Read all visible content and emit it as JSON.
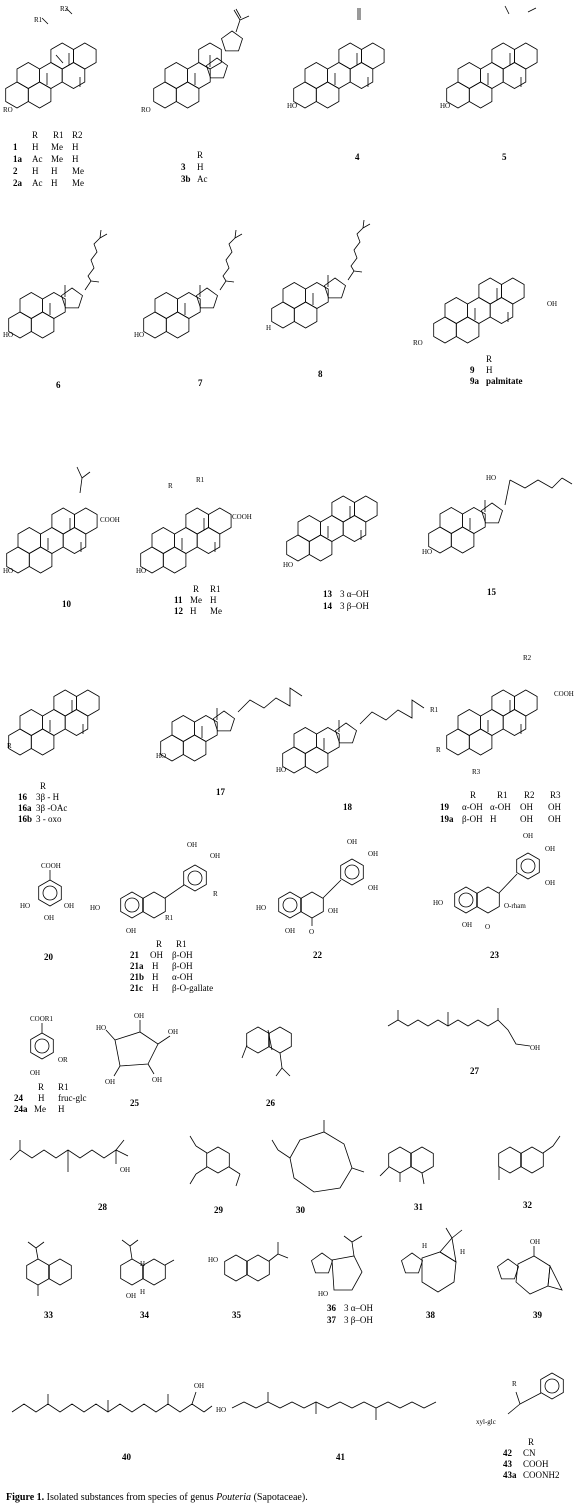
{
  "figure": {
    "caption_label": "Figure 1.",
    "caption_text_before": "Isolated substances from species of genus",
    "caption_genus": "Pouteria",
    "caption_text_after": "(Sapotaceae)."
  },
  "row1": {
    "tableA": {
      "head": [
        "R",
        "R1",
        "R2"
      ],
      "rows": [
        [
          "1",
          "H",
          "Me",
          "H"
        ],
        [
          "1a",
          "Ac",
          "Me",
          "H"
        ],
        [
          "2",
          "H",
          "H",
          "Me"
        ],
        [
          "2a",
          "Ac",
          "H",
          "Me"
        ]
      ]
    },
    "tableB": {
      "head": [
        "R"
      ],
      "rows": [
        [
          "3",
          "H"
        ],
        [
          "3b",
          "Ac"
        ]
      ]
    },
    "labels": {
      "c4": "4",
      "c5": "5"
    },
    "groups": {
      "r1": "R1",
      "r2": "R2",
      "ro": "RO",
      "ho": "HO"
    }
  },
  "row2": {
    "labels": {
      "c6": "6",
      "c7": "7",
      "c8": "8"
    },
    "tableC": {
      "head": [
        "R"
      ],
      "rows": [
        [
          "9",
          "H"
        ],
        [
          "9a",
          "palmitate"
        ]
      ]
    },
    "groups": {
      "ho": "HO",
      "h": "H",
      "ro": "RO",
      "oh": "OH"
    }
  },
  "row3": {
    "labels": {
      "c10": "10",
      "c15": "15"
    },
    "tableD": {
      "head": [
        "R",
        "R1"
      ],
      "rows": [
        [
          "11",
          "Me",
          "H"
        ],
        [
          "12",
          "H",
          "Me"
        ]
      ]
    },
    "tableE": {
      "rows": [
        [
          "13",
          "3 α–OH"
        ],
        [
          "14",
          "3 β–OH"
        ]
      ]
    },
    "groups": {
      "cooh": "COOH",
      "ho": "HO",
      "r": "R",
      "r1": "R1"
    }
  },
  "row4": {
    "tableF": {
      "head": [
        "R"
      ],
      "rows": [
        [
          "16",
          "3β - H"
        ],
        [
          "16a",
          "3β -OAc"
        ],
        [
          "16b",
          "3 - oxo"
        ]
      ]
    },
    "labels": {
      "c17": "17",
      "c18": "18"
    },
    "tableG": {
      "head": [
        "R",
        "R1",
        "R2",
        "R3"
      ],
      "rows": [
        [
          "19",
          "α-OH",
          "α-OH",
          "OH",
          "OH"
        ],
        [
          "19a",
          "β-OH",
          "H",
          "OH",
          "OH"
        ]
      ]
    },
    "groups": {
      "r": "R",
      "r1": "R1",
      "r2": "R2",
      "r3": "R3",
      "ho": "HO",
      "cooh": "COOH"
    }
  },
  "row5": {
    "labels": {
      "c20": "20",
      "c22": "22",
      "c23": "23"
    },
    "tableH": {
      "head": [
        "R",
        "R1"
      ],
      "rows": [
        [
          "21",
          "OH",
          "β-OH"
        ],
        [
          "21a",
          "H",
          "β-OH"
        ],
        [
          "21b",
          "H",
          "α-OH"
        ],
        [
          "21c",
          "H",
          "β-O-gallate"
        ]
      ]
    },
    "groups": {
      "cooh": "COOH",
      "ho": "HO",
      "oh": "OH",
      "o": "O",
      "r": "R",
      "r1": "R1",
      "orham": "O-rham"
    }
  },
  "row6": {
    "tableI": {
      "head": [
        "R",
        "R1"
      ],
      "rows": [
        [
          "24",
          "H",
          "fruc-glc"
        ],
        [
          "24a",
          "Me",
          "H"
        ]
      ]
    },
    "labels": {
      "c25": "25",
      "c26": "26",
      "c27": "27"
    },
    "groups": {
      "coor1": "COOR1",
      "or": "OR",
      "oh": "OH",
      "ho": "HO"
    }
  },
  "row7": {
    "labels": {
      "c28": "28",
      "c29": "29",
      "c30": "30",
      "c31": "31",
      "c32": "32"
    },
    "groups": {
      "oh": "OH"
    }
  },
  "row8": {
    "labels": {
      "c33": "33",
      "c34": "34",
      "c35": "35",
      "c38": "38",
      "c39": "39"
    },
    "tableJ": {
      "rows": [
        [
          "36",
          "3 α–OH"
        ],
        [
          "37",
          "3 β–OH"
        ]
      ]
    },
    "groups": {
      "h": "H",
      "oh": "OH",
      "ho": "HO"
    }
  },
  "row9": {
    "labels": {
      "c40": "40",
      "c41": "41"
    },
    "tableK": {
      "head": [
        "R"
      ],
      "rows": [
        [
          "42",
          "CN"
        ],
        [
          "43",
          "COOH"
        ],
        [
          "43a",
          "COONH2"
        ]
      ]
    },
    "groups": {
      "oh": "OH",
      "ho": "HO",
      "xylglc": "xyl-glc",
      "r": "R"
    }
  }
}
